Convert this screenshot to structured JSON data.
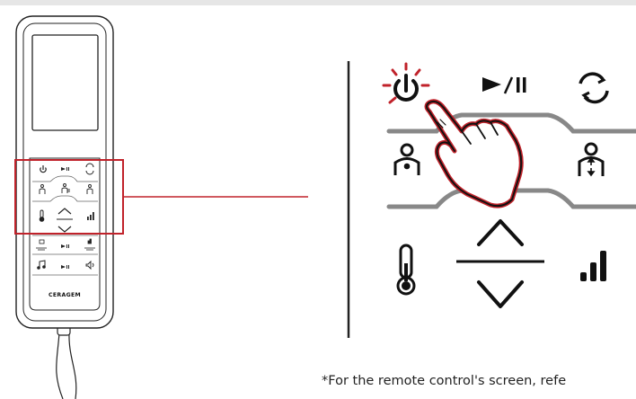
{
  "device": {
    "brand": "CERAGEM",
    "small_keys": [
      "power",
      "play-pause",
      "rotate",
      "person",
      "person-lines",
      "person-arrows",
      "thermometer",
      "up",
      "down",
      "signal",
      "pad-left",
      "play-pause-2",
      "pad-right",
      "music-note",
      "play-pause-3",
      "volume"
    ]
  },
  "zoom_panel": {
    "buttons": [
      "power",
      "play-pause",
      "rotate",
      "person",
      "person-up-down",
      "up",
      "down",
      "thermometer",
      "signal-bars"
    ],
    "highlight_color": "#c0222a",
    "power_pressed": true
  },
  "footnote": "*For the remote control's screen, refe"
}
